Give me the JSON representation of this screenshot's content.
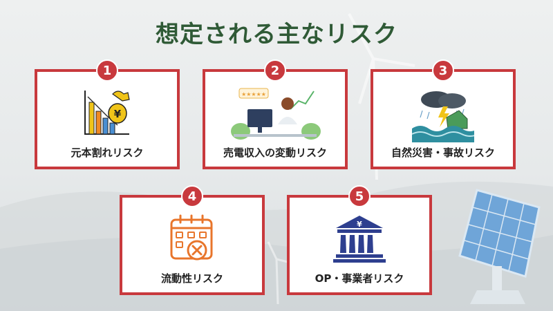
{
  "title": "想定される主なリスク",
  "cards": [
    {
      "number": "1",
      "label": "元本割れリスク",
      "icon": "money-loss-chart-icon"
    },
    {
      "number": "2",
      "label": "売電収入の変動リスク",
      "icon": "operator-monitor-icon"
    },
    {
      "number": "3",
      "label": "自然災害・事故リスク",
      "icon": "storm-flood-icon"
    },
    {
      "number": "4",
      "label": "流動性リスク",
      "icon": "calendar-cancel-icon"
    },
    {
      "number": "5",
      "label": "OP・事業者リスク",
      "icon": "bank-yen-icon"
    }
  ],
  "icon_currency": "¥",
  "colors": {
    "accent": "#c8393d",
    "title": "#2f5a36",
    "icon_orange": "#e8752b",
    "icon_navy": "#2e3f8f"
  }
}
